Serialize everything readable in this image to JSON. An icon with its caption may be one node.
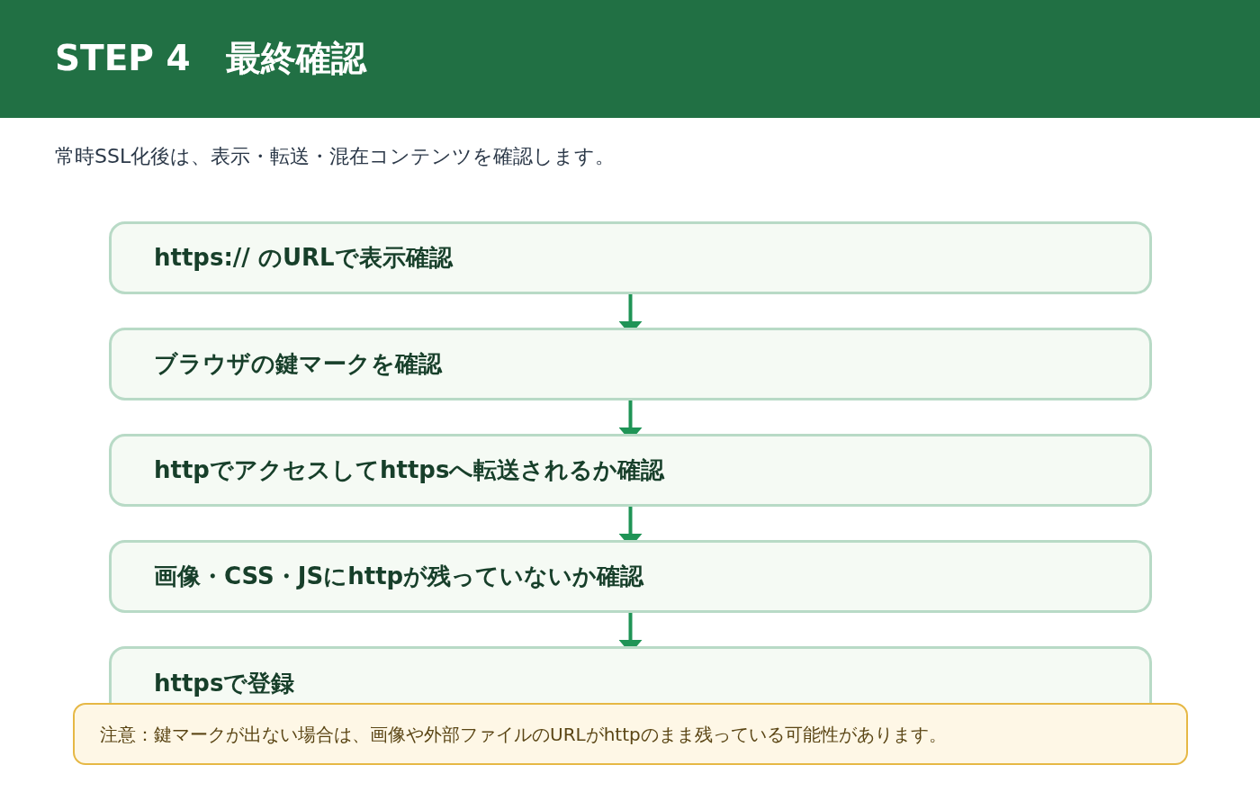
{
  "diagram": {
    "title": "STEP 4　最終確認",
    "nodes": [
      {
        "text": [
          "https:// のURLで表示確認"
        ]
      },
      {
        "text": [
          "ブラウザの鍵マークを確認"
        ]
      },
      {
        "text": [
          "httpでアクセスしてhttpsへ転送されるか確認"
        ]
      },
      {
        "text": [
          "画像・CSS・JSにhttpが残っていないか確認"
        ]
      },
      {
        "text": [
          "httpsで登録"
        ]
      },
      {
        "text": [
          "注意：鍵マークが出ない場合は、画像や外部ファイルのURLがhttpのまま残っている可能性があります。"
        ]
      }
    ],
    "edges": [
      {
        "from": 0,
        "to": 1,
        "arrow": "to"
      },
      {
        "from": 1,
        "to": 2,
        "arrow": "to"
      },
      {
        "from": 2,
        "to": 3,
        "arrow": "to"
      },
      {
        "from": 3,
        "to": 4,
        "arrow": "to"
      }
    ],
    "labels": [
      "常時SSL化後は、表示・転送・混在コンテンツを確認します。"
    ]
  }
}
